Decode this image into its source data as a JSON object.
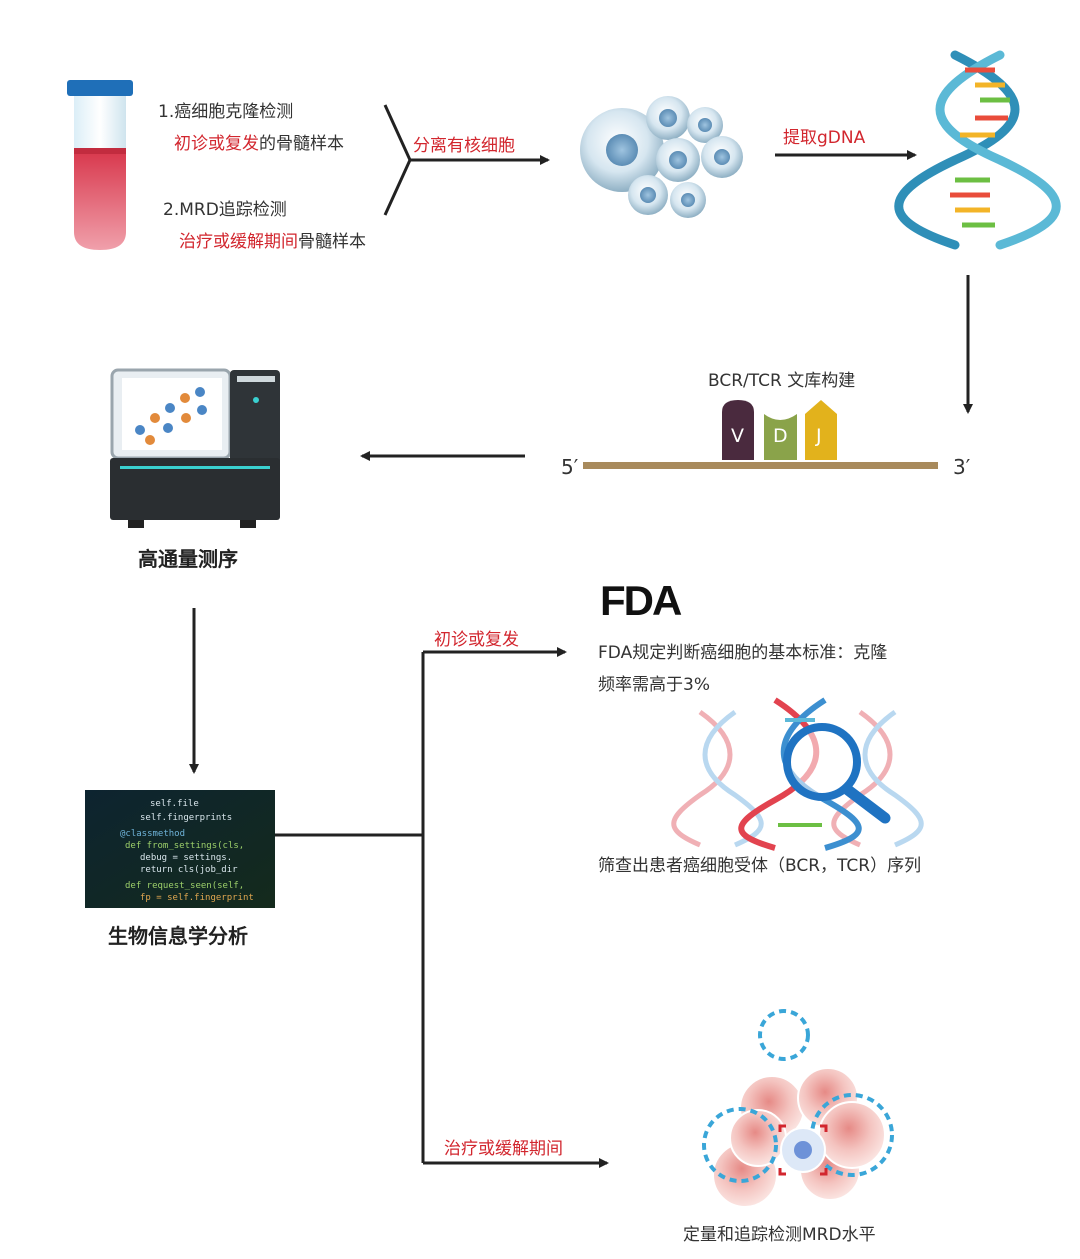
{
  "sample": {
    "line1_title": "1.癌细胞克隆检测",
    "line1_red": "初诊或复发",
    "line1_rest": "的骨髓样本",
    "line2_title": "2.MRD追踪检测",
    "line2_red": "治疗或缓解期间",
    "line2_rest": "骨髓样本"
  },
  "steps": {
    "separate": "分离有核细胞",
    "extract": "提取gDNA",
    "library_title": "BCR/TCR 文库构建",
    "end5": "5′",
    "end3": "3′",
    "segments": [
      "V",
      "D",
      "J"
    ],
    "sequencing": "高通量测序",
    "bioinfo": "生物信息学分析"
  },
  "branch_top": {
    "label": "初诊或复发",
    "logo": "FDA",
    "desc_line1": "FDA规定判断癌细胞的基本标准：克隆",
    "desc_line2": "频率需高于3%",
    "screen": "筛查出患者癌细胞受体（BCR，TCR）序列"
  },
  "branch_bottom": {
    "label": "治疗或缓解期间",
    "result": "定量和追踪检测MRD水平"
  },
  "colors": {
    "accent_red": "#d2262e",
    "segment_v": "#4a2a3e",
    "segment_d": "#8aa34a",
    "segment_j": "#e2b21c",
    "strand": "#a88a5c"
  }
}
